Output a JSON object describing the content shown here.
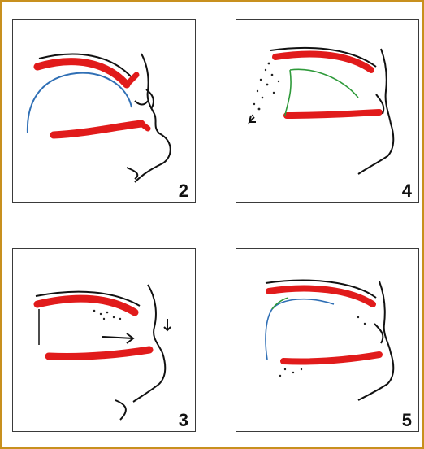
{
  "panels": [
    {
      "id": "2",
      "label": "2"
    },
    {
      "id": "4",
      "label": "4"
    },
    {
      "id": "3",
      "label": "3"
    },
    {
      "id": "5",
      "label": "5"
    }
  ],
  "colors": {
    "frame": "#c8901e",
    "palate": "#e11b1b",
    "ink": "#111111",
    "airflow_blue": "#2f6fb5",
    "airflow_green": "#2e9a3a"
  }
}
